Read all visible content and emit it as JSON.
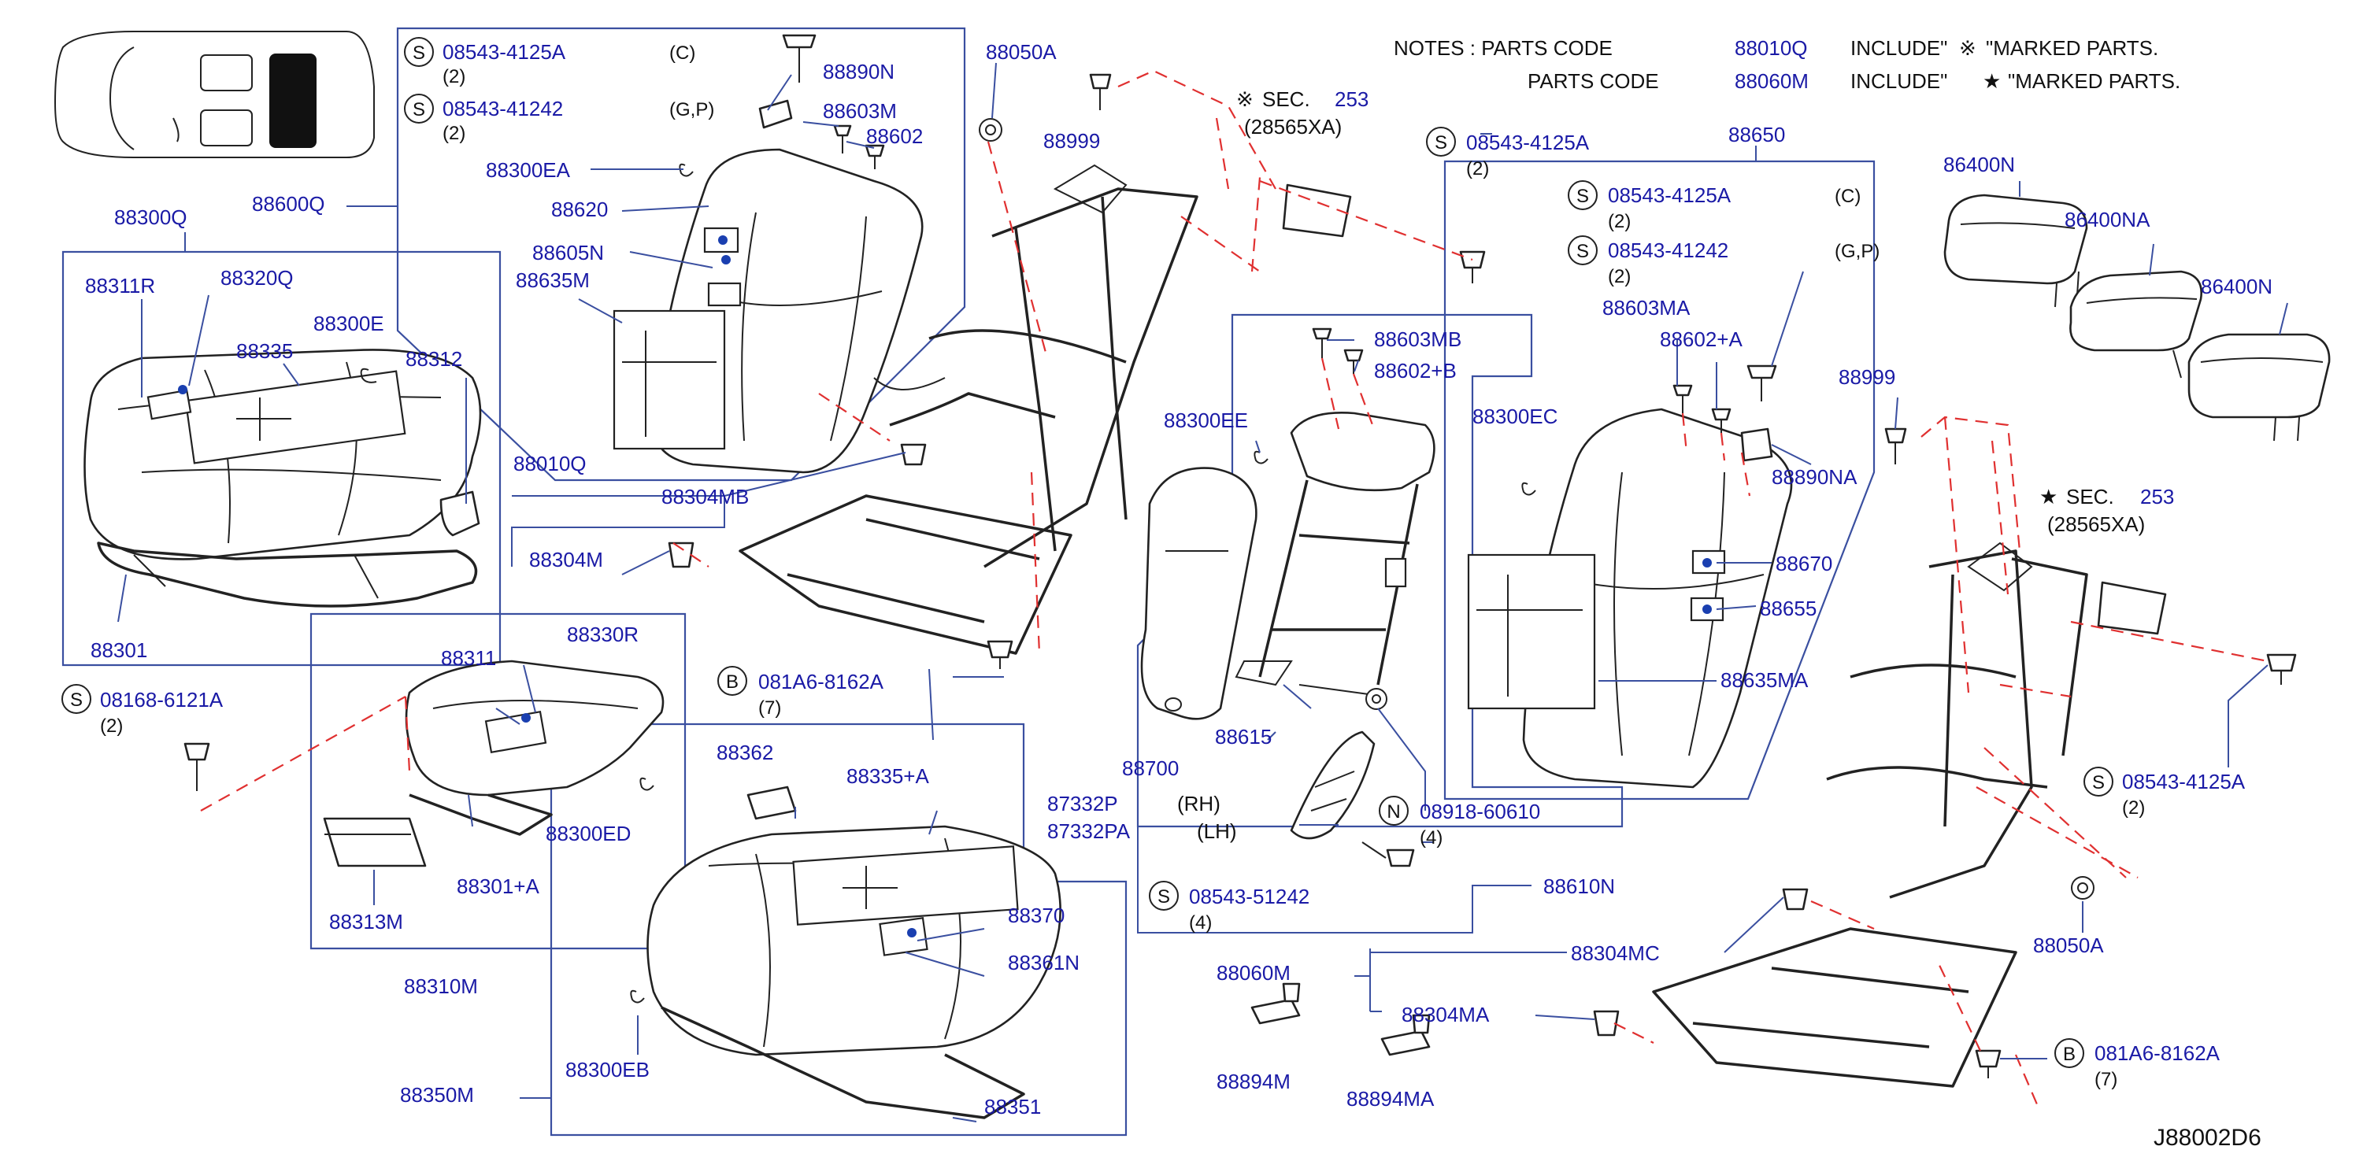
{
  "notes": {
    "line1": {
      "prefix": "NOTES  :  PARTS   CODE",
      "code": "88010Q",
      "mid": "INCLUDE\"",
      "mark": "※",
      "suffix": "\"MARKED  PARTS."
    },
    "line2": {
      "prefix": "PARTS   CODE",
      "code": "88060M",
      "mid": "INCLUDE\"",
      "mark": "★",
      "suffix": "\"MARKED  PARTS."
    }
  },
  "diagram_code": "J88002D6",
  "colors": {
    "label": "#1a1aa6",
    "leader": "#3a4fa0",
    "dashed": "#e03030",
    "drawing": "#222222"
  },
  "labels": {
    "p88300Q": "88300Q",
    "p88311R": "88311R",
    "p88320Q": "88320Q",
    "p88300E": "88300E",
    "p88335": "88335",
    "p88312": "88312",
    "p88301": "88301",
    "p88600Q": "88600Q",
    "s1_code": "08543-4125A",
    "s1_qty": "(2)",
    "s1_var": "(C)",
    "s2_code": "08543-41242",
    "s2_qty": "(2)",
    "s2_var": "(G,P)",
    "p88300EA": "88300EA",
    "p88620": "88620",
    "p88605N": "88605N",
    "p88635M": "88635M",
    "p88890N": "88890N",
    "p88603M": "88603M",
    "p88602": "88602",
    "p88050A_top": "88050A",
    "p88999_top": "88999",
    "sec_top_code": "SEC.",
    "sec_top_num": "253",
    "sec_top_part": "(28565XA)",
    "s_right_top_code": "08543-4125A",
    "s_right_top_qty": "(2)",
    "p88010Q": "88010Q",
    "p88304MB": "88304MB",
    "p88304M": "88304M",
    "b1_code": "081A6-8162A",
    "b1_qty": "(7)",
    "s3_code": "08168-6121A",
    "s3_qty": "(2)",
    "p88311": "88311",
    "p88330R": "88330R",
    "p88300ED": "88300ED",
    "p88301A": "88301+A",
    "p88313M": "88313M",
    "p88310M": "88310M",
    "p88362": "88362",
    "p88335A": "88335+A",
    "p88370": "88370",
    "p88361N": "88361N",
    "p88300EB": "88300EB",
    "p88351": "88351",
    "p88350M": "88350M",
    "p88603MB": "88603MB",
    "p88602B": "88602+B",
    "p88300EE": "88300EE",
    "p88700": "88700",
    "p88615": "88615",
    "p87332P": "87332P",
    "p87332PA": "87332PA",
    "rh": "(RH)",
    "lh": "(LH)",
    "n1_code": "08918-60610",
    "n1_qty": "(4)",
    "s4_code": "08543-51242",
    "s4_qty": "(4)",
    "p88610N": "88610N",
    "p88060M": "88060M",
    "p88304MC": "88304MC",
    "p88304MA": "88304MA",
    "p88894M": "88894M",
    "p88894MA": "88894MA",
    "p88650": "88650",
    "s5_code": "08543-4125A",
    "s5_qty": "(2)",
    "s5_var": "(C)",
    "s6_code": "08543-41242",
    "s6_qty": "(2)",
    "s6_var": "(G,P)",
    "p88603MA": "88603MA",
    "p88602A": "88602+A",
    "p88300EC": "88300EC",
    "p88890NA": "88890NA",
    "p88670": "88670",
    "p88655": "88655",
    "p88635MA": "88635MA",
    "p86400N_a": "86400N",
    "p86400NA": "86400NA",
    "p86400N_b": "86400N",
    "p88999_right": "88999",
    "sec_right_code": "SEC.",
    "sec_right_num": "253",
    "sec_right_part": "(28565XA)",
    "s7_code": "08543-4125A",
    "s7_qty": "(2)",
    "p88050A_right": "88050A",
    "b2_code": "081A6-8162A",
    "b2_qty": "(7)",
    "letter_s": "S",
    "letter_b": "B",
    "letter_n": "N"
  }
}
